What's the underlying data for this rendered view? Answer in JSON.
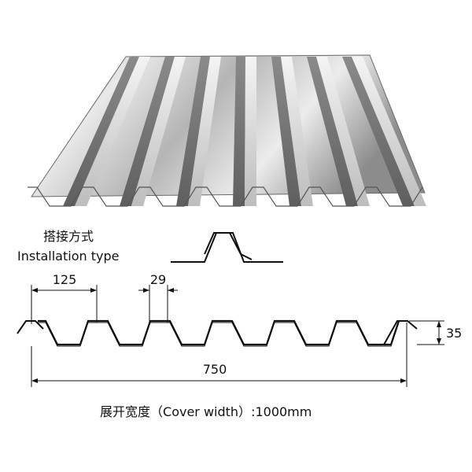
{
  "install_label": {
    "zh": "搭接方式",
    "en": "Installation type"
  },
  "dimensions": {
    "pitch": "125",
    "crest_width": "29",
    "height": "35",
    "span": "750"
  },
  "cover_width": {
    "zh": "展开宽度",
    "en": "（Cover width）",
    "value": ":1000mm"
  },
  "profile": {
    "ribs": 7
  },
  "colors": {
    "line": "#111111",
    "metal_light": "#f2f2f2",
    "metal_dark": "#6e6e6e"
  }
}
